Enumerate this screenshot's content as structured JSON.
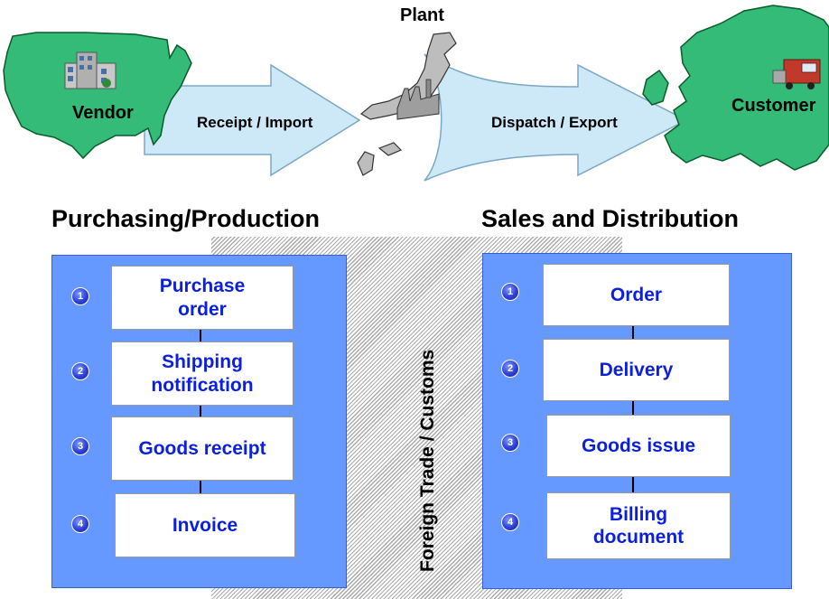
{
  "top": {
    "vendor_label": "Vendor",
    "plant_label": "Plant",
    "customer_label": "Customer",
    "receipt_label": "Receipt / Import",
    "dispatch_label": "Dispatch / Export"
  },
  "sections": {
    "left_title": "Purchasing/Production",
    "right_title": "Sales and Distribution",
    "middle_label": "Foreign Trade / Customs"
  },
  "left_steps": [
    {
      "num": "1",
      "label": "Purchase\norder"
    },
    {
      "num": "2",
      "label": "Shipping\nnotification"
    },
    {
      "num": "3",
      "label": "Goods receipt"
    },
    {
      "num": "4",
      "label": "Invoice"
    }
  ],
  "right_steps": [
    {
      "num": "1",
      "label": "Order"
    },
    {
      "num": "2",
      "label": "Delivery"
    },
    {
      "num": "3",
      "label": "Goods issue"
    },
    {
      "num": "4",
      "label": "Billing\ndocument"
    }
  ],
  "colors": {
    "panel": "#6699ff",
    "step_text": "#0a1fe0",
    "map_green": "#33bb77",
    "arrow_fill": "#cde8f6"
  }
}
